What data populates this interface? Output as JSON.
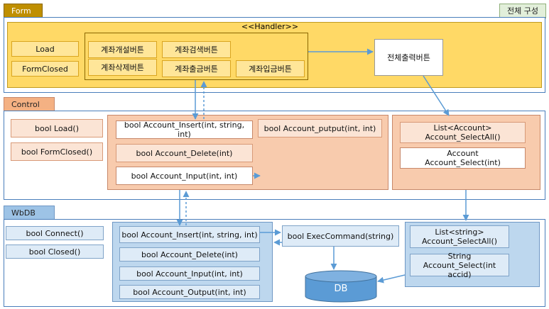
{
  "title": "전체 구성",
  "form": {
    "label": "Form",
    "handler_label": "<<Handler>>",
    "events": [
      "Load",
      "FormClosed"
    ],
    "buttons": [
      "계좌개설버튼",
      "계좌검색버튼",
      "계좌삭제버튼",
      "계좌출금버튼",
      "계좌입금버튼"
    ],
    "print_button": "전체출력버튼"
  },
  "control": {
    "label": "Control",
    "left": [
      "bool Load()",
      "bool FormClosed()"
    ],
    "methods": [
      "bool Account_Insert(int, string, int)",
      "bool Account_Delete(int)",
      "bool Account_Input(int, int)",
      "bool Account_putput(int, int)"
    ],
    "select_all": "List<Account>\nAccount_SelectAll()",
    "select": "Account\nAccount_Select(int)"
  },
  "wbdb": {
    "label": "WbDB",
    "left": [
      "bool Connect()",
      "bool Closed()"
    ],
    "methods": [
      "bool Account_Insert(int, string, int)",
      "bool Account_Delete(int)",
      "bool Account_Input(int, int)",
      "bool Account_Output(int, int)"
    ],
    "exec": "bool ExecCommand(string)",
    "select_all": "List<string>\nAccount_SelectAll()",
    "select": "String\nAccount_Select(int accid)",
    "db": "DB"
  }
}
